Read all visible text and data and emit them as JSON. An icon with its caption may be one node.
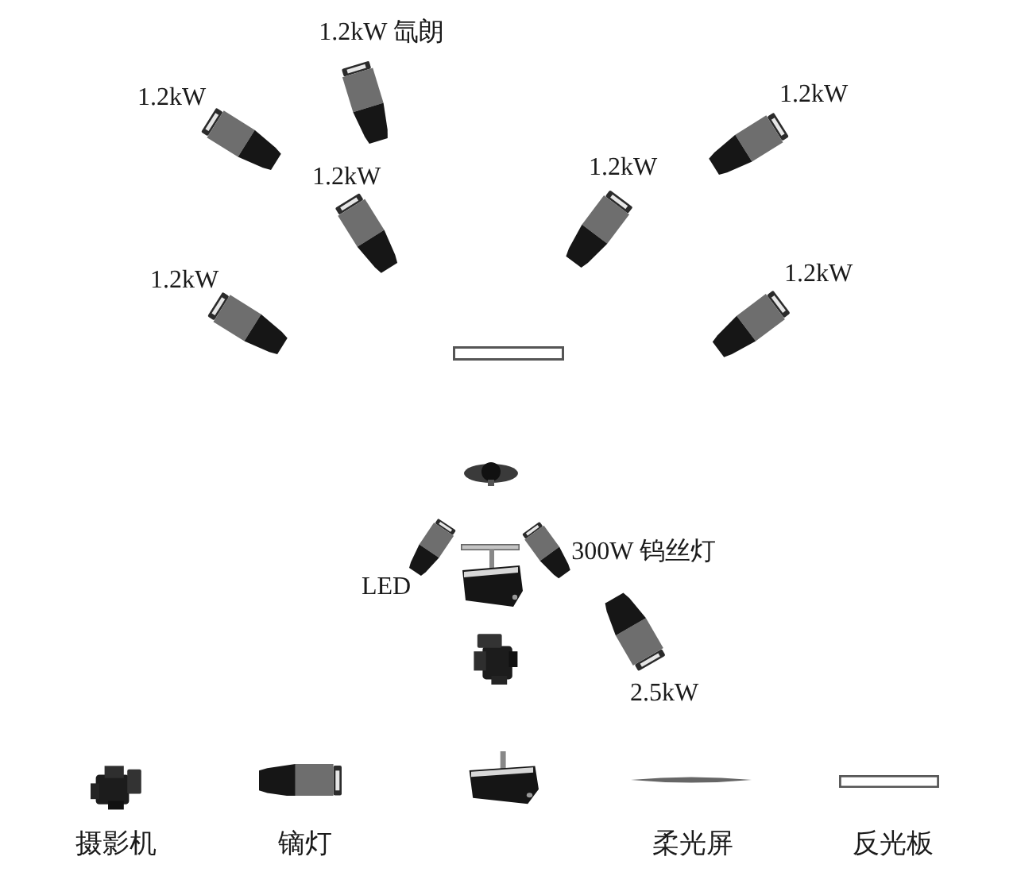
{
  "diagram": {
    "labels": [
      "1.2kW 氙朗",
      "1.2kW",
      "1.2kW",
      "1.2kW",
      "1.2kW",
      "1.2kW",
      "1.2kW",
      "300W 钨丝灯",
      "LED",
      "2.5kW"
    ],
    "legend": [
      {
        "text": "摄影机"
      },
      {
        "text": "镝灯"
      },
      {
        "text": "柔光屏"
      },
      {
        "text": "反光板"
      }
    ]
  }
}
